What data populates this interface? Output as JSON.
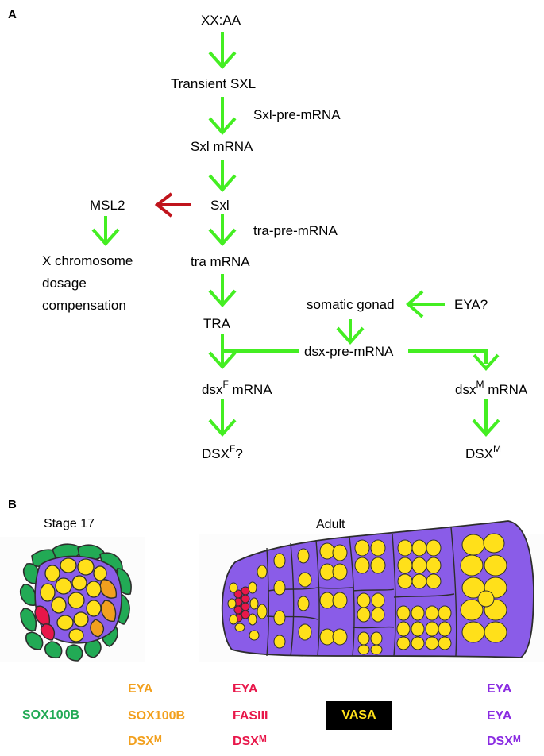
{
  "panel_a": {
    "label": "A",
    "nodes": {
      "xxaa": "XX:AA",
      "transient_sxl": "Transient SXL",
      "sxl_pre_mrna": "Sxl-pre-mRNA",
      "sxl_mrna": "Sxl mRNA",
      "sxl": "Sxl",
      "msl2": "MSL2",
      "tra_pre_mrna": "tra-pre-mRNA",
      "x_line1": "X chromosome",
      "x_line2": "dosage",
      "x_line3": "compensation",
      "tra_mrna": "tra mRNA",
      "somatic_gonad": "somatic gonad",
      "eya_q": "EYA?",
      "tra": "TRA",
      "dsx_pre_mrna": "dsx-pre-mRNA",
      "dsxf_base": "dsx",
      "dsxf_sup": "F",
      "dsxf_tail": " mRNA",
      "dsxm_base": "dsx",
      "dsxm_sup": "M",
      "dsxm_tail": " mRNA",
      "DSXF_base": "DSX",
      "DSXF_sup": "F",
      "DSXF_tail": "?",
      "DSXM_base": "DSX",
      "DSXM_sup": "M"
    },
    "colors": {
      "activation_arrow": "#44ee22",
      "inhibition_arrow": "#c0141c"
    }
  },
  "panel_b": {
    "label": "B",
    "stage17_label": "Stage 17",
    "adult_label": "Adult",
    "colors": {
      "green": "#22aa55",
      "orange": "#f2a01e",
      "red": "#e8174a",
      "purple": "#8a5ce8",
      "yellow": "#ffe01a",
      "vasa_bg": "#000000"
    },
    "legend": {
      "green_col": {
        "l1": "SOX100B"
      },
      "orange_col": {
        "l1": "EYA",
        "l2": "SOX100B",
        "l3_base": "DSX",
        "l3_sup": "M"
      },
      "red_col": {
        "l1": "EYA",
        "l2": "FASIII",
        "l3_base": "DSX",
        "l3_sup": "M"
      },
      "vasa": "VASA",
      "purple_col": {
        "l1": "EYA",
        "l2": "EYA",
        "l3_base": "DSX",
        "l3_sup": "M"
      }
    }
  }
}
